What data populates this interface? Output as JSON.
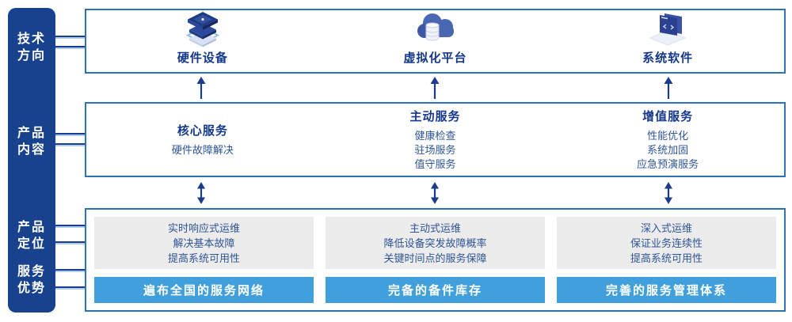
{
  "colors": {
    "sidebar_bg": "#18418E",
    "box_border": "#2E74B5",
    "connector_line": "#1B3F8F",
    "arrow": "#1B3C8C",
    "title_text": "#14388A",
    "body_text": "#2F5597",
    "panel_bg": "#ECECEC",
    "bar_bg": "#41A0DC",
    "bar_text": "#FFFFFF"
  },
  "sidebar": {
    "labels": [
      "技术\n方向",
      "产品\n内容",
      "产品\n定位",
      "服务\n优势"
    ]
  },
  "tech_row": {
    "items": [
      {
        "icon": "server-stack-icon",
        "label": "硬件设备"
      },
      {
        "icon": "cloud-database-icon",
        "label": "虚拟化平台"
      },
      {
        "icon": "code-window-icon",
        "label": "系统软件"
      }
    ]
  },
  "content_row": {
    "columns": [
      {
        "title": "核心服务",
        "items": [
          "硬件故障解决"
        ]
      },
      {
        "title": "主动服务",
        "items": [
          "健康检查",
          "驻场服务",
          "值守服务"
        ]
      },
      {
        "title": "增值服务",
        "items": [
          "性能优化",
          "系统加固",
          "应急预演服务"
        ]
      }
    ]
  },
  "position_row": {
    "columns": [
      {
        "lines": [
          "实时响应式运维",
          "解决基本故障",
          "提高系统可用性"
        ],
        "bar": "遍布全国的服务网络"
      },
      {
        "lines": [
          "主动式运维",
          "降低设备突发故障概率",
          "关键时间点的服务保障"
        ],
        "bar": "完备的备件库存"
      },
      {
        "lines": [
          "深入式运维",
          "保证业务连续性",
          "提高系统可用性"
        ],
        "bar": "完善的服务管理体系"
      }
    ]
  }
}
